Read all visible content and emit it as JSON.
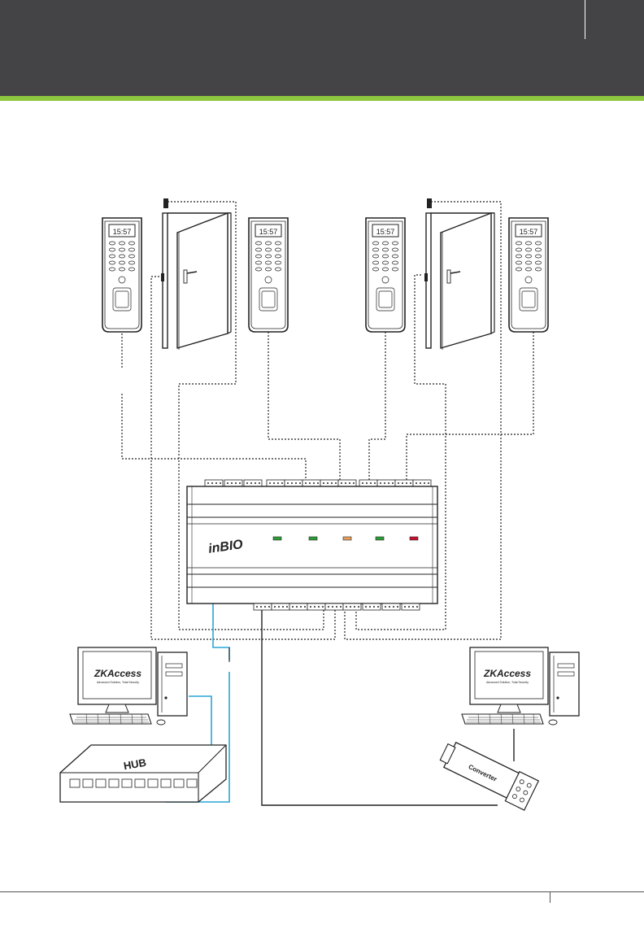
{
  "reader_time": "15:57",
  "panel_brand": "inBIO",
  "software_logo": "ZKAccess",
  "software_tagline": "Advanced Solution, Total Security",
  "hub_label": "HUB",
  "converter_label": "Converter",
  "led_colors": [
    "#2e9e3a",
    "#2e9e3a",
    "#e8a060",
    "#2e9e3a",
    "#c8102e"
  ],
  "header_color": "#444446",
  "accent_color": "#8dc63f",
  "ethernet_color": "#29a6d6"
}
